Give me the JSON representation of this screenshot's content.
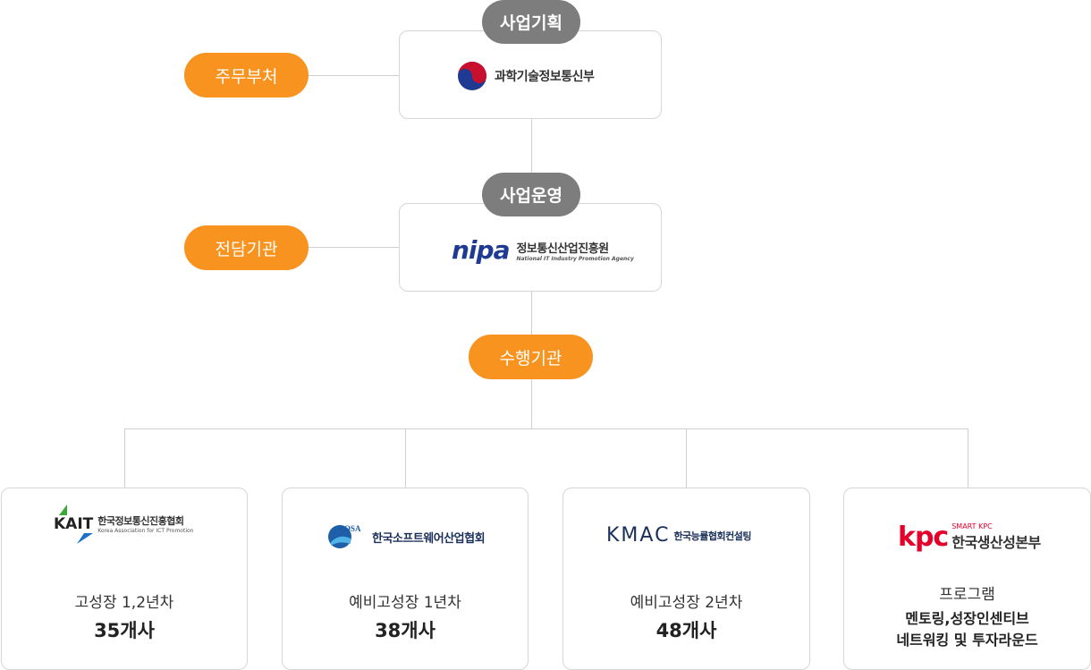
{
  "top": {
    "label": "사업기획",
    "side_label": "주무부처",
    "org_name": "과학기술정보통신부"
  },
  "middle": {
    "label": "사업운영",
    "side_label": "전담기관",
    "org_logo_text": "nipa",
    "org_name": "정보통신산업진흥원",
    "org_name_en": "National IT Industry Promotion Agency"
  },
  "perform_label": "수행기관",
  "cards": [
    {
      "logo_text": "KAIT",
      "org_name": "한국정보통신진흥협회",
      "org_name_en": "Korea Association for ICT Promotion",
      "line1": "고성장 1,2년차",
      "line2": "35개사"
    },
    {
      "logo_text": "KOSA",
      "org_name": "한국소프트웨어산업협회",
      "line1": "예비고성장 1년차",
      "line2": "38개사"
    },
    {
      "logo_text": "KMAC",
      "org_name": "한국능률협회컨설팅",
      "line1": "예비고성장 2년차",
      "line2": "48개사"
    },
    {
      "logo_text": "kpc",
      "logo_sub": "SMART KPC",
      "org_name": "한국생산성본부",
      "line1": "프로그램",
      "line2": "멘토링,성장인센티브",
      "line3": "네트워킹 및 투자라운드"
    }
  ],
  "colors": {
    "orange": "#f7931e",
    "gray": "#7d7d7d",
    "nipa_blue": "#1f3a93",
    "kpc_red": "#e4002b"
  }
}
